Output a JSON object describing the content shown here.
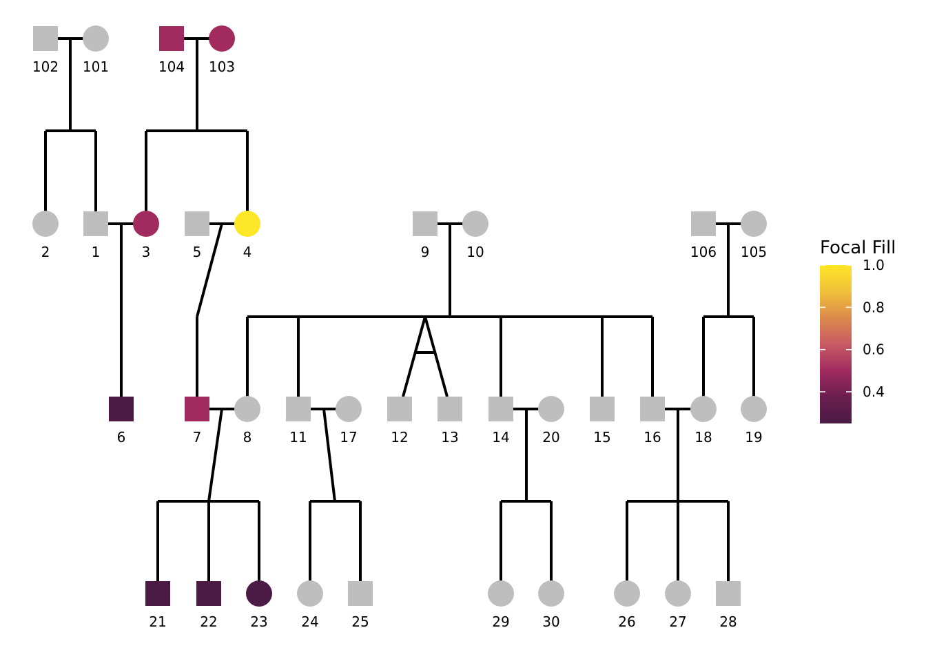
{
  "legend": {
    "title": "Focal Fill",
    "ticks": [
      "1.0",
      "0.8",
      "0.6",
      "0.4"
    ],
    "tick_values": [
      1.0,
      0.8,
      0.6,
      0.4
    ],
    "range": [
      0.25,
      1.0
    ],
    "colorscale": [
      "#4b1b45",
      "#6a1e4f",
      "#a12b5f",
      "#c85a64",
      "#dc8a4c",
      "#f0c03a",
      "#fde726"
    ]
  },
  "colors": {
    "unaffected": "#bebebe",
    "line": "#000000"
  },
  "individuals": [
    {
      "id": "102",
      "sex": "male",
      "focal_fill": null
    },
    {
      "id": "101",
      "sex": "female",
      "focal_fill": null
    },
    {
      "id": "104",
      "sex": "male",
      "focal_fill": 0.5
    },
    {
      "id": "103",
      "sex": "female",
      "focal_fill": 0.5
    },
    {
      "id": "2",
      "sex": "female",
      "focal_fill": null
    },
    {
      "id": "1",
      "sex": "male",
      "focal_fill": null
    },
    {
      "id": "3",
      "sex": "female",
      "focal_fill": 0.5
    },
    {
      "id": "5",
      "sex": "male",
      "focal_fill": null
    },
    {
      "id": "4",
      "sex": "female",
      "focal_fill": 1.0
    },
    {
      "id": "9",
      "sex": "male",
      "focal_fill": null
    },
    {
      "id": "10",
      "sex": "female",
      "focal_fill": null
    },
    {
      "id": "106",
      "sex": "male",
      "focal_fill": null
    },
    {
      "id": "105",
      "sex": "female",
      "focal_fill": null
    },
    {
      "id": "6",
      "sex": "male",
      "focal_fill": 0.25
    },
    {
      "id": "7",
      "sex": "male",
      "focal_fill": 0.5
    },
    {
      "id": "8",
      "sex": "female",
      "focal_fill": null
    },
    {
      "id": "11",
      "sex": "male",
      "focal_fill": null
    },
    {
      "id": "17",
      "sex": "female",
      "focal_fill": null
    },
    {
      "id": "12",
      "sex": "male",
      "focal_fill": null
    },
    {
      "id": "13",
      "sex": "male",
      "focal_fill": null
    },
    {
      "id": "14",
      "sex": "male",
      "focal_fill": null
    },
    {
      "id": "20",
      "sex": "female",
      "focal_fill": null
    },
    {
      "id": "15",
      "sex": "male",
      "focal_fill": null
    },
    {
      "id": "16",
      "sex": "male",
      "focal_fill": null
    },
    {
      "id": "18",
      "sex": "female",
      "focal_fill": null
    },
    {
      "id": "19",
      "sex": "female",
      "focal_fill": null
    },
    {
      "id": "21",
      "sex": "male",
      "focal_fill": 0.25
    },
    {
      "id": "22",
      "sex": "male",
      "focal_fill": 0.25
    },
    {
      "id": "23",
      "sex": "female",
      "focal_fill": 0.25
    },
    {
      "id": "24",
      "sex": "female",
      "focal_fill": null
    },
    {
      "id": "25",
      "sex": "male",
      "focal_fill": null
    },
    {
      "id": "29",
      "sex": "female",
      "focal_fill": null
    },
    {
      "id": "30",
      "sex": "female",
      "focal_fill": null
    },
    {
      "id": "26",
      "sex": "female",
      "focal_fill": null
    },
    {
      "id": "27",
      "sex": "female",
      "focal_fill": null
    },
    {
      "id": "28",
      "sex": "male",
      "focal_fill": null
    }
  ],
  "matings": [
    {
      "parents": [
        "102",
        "101"
      ],
      "children": [
        "2",
        "1"
      ]
    },
    {
      "parents": [
        "104",
        "103"
      ],
      "children": [
        "3",
        "4"
      ]
    },
    {
      "parents": [
        "1",
        "3"
      ],
      "children": [
        "6"
      ]
    },
    {
      "parents": [
        "5",
        "4"
      ],
      "children": [
        "7"
      ]
    },
    {
      "parents": [
        "9",
        "10"
      ],
      "children": [
        "8",
        "11",
        "12",
        "13",
        "14",
        "15",
        "16"
      ],
      "twins": [
        "12",
        "13"
      ],
      "twin_type": "monozygotic"
    },
    {
      "parents": [
        "106",
        "105"
      ],
      "children": [
        "18",
        "19"
      ]
    },
    {
      "parents": [
        "7",
        "8"
      ],
      "children": [
        "21",
        "22",
        "23"
      ]
    },
    {
      "parents": [
        "11",
        "17"
      ],
      "children": [
        "24",
        "25"
      ]
    },
    {
      "parents": [
        "14",
        "20"
      ],
      "children": [
        "29",
        "30"
      ]
    },
    {
      "parents": [
        "16",
        "18"
      ],
      "children": [
        "26",
        "27",
        "28"
      ]
    }
  ]
}
